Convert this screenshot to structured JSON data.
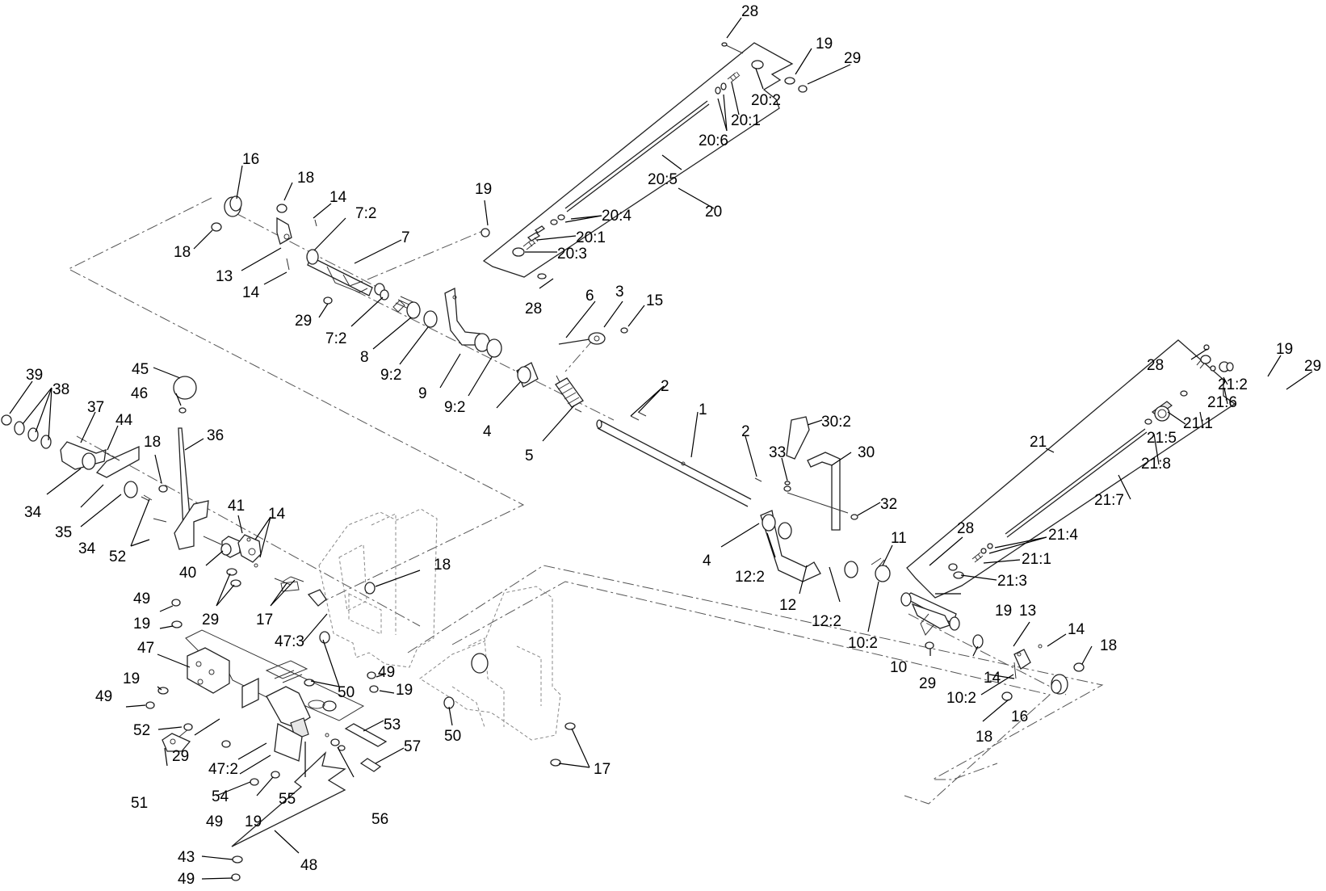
{
  "callouts": {
    "c28a": "28",
    "c19a": "19",
    "c29a": "29",
    "c20_2": "20:2",
    "c20_1a": "20:1",
    "c20_6": "20:6",
    "c20_5": "20:5",
    "c20": "20",
    "c20_4": "20:4",
    "c20_1b": "20:1",
    "c20_3": "20:3",
    "c28b": "28",
    "c19b": "19",
    "c16a": "16",
    "c18a": "18",
    "c18b": "18",
    "c14a": "14",
    "c7_2a": "7:2",
    "c7": "7",
    "c13a": "13",
    "c14b": "14",
    "c29b": "29",
    "c7_2b": "7:2",
    "c8": "8",
    "c9_2a": "9:2",
    "c9": "9",
    "c9_2b": "9:2",
    "c4a": "4",
    "c6": "6",
    "c3": "3",
    "c15": "15",
    "c5": "5",
    "c2a": "2",
    "c1": "1",
    "c2b": "2",
    "c30_2": "30:2",
    "c30": "30",
    "c33": "33",
    "c32": "32",
    "c4b": "4",
    "c12_2a": "12:2",
    "c12": "12",
    "c12_2b": "12:2",
    "c11": "11",
    "c10_2a": "10:2",
    "c10": "10",
    "c29c": "29",
    "c10_2b": "10:2",
    "c19c": "19",
    "c13b": "13",
    "c14c": "14",
    "c18c": "18",
    "c14d": "14",
    "c18d": "18",
    "c16b": "16",
    "c28c": "28",
    "c19d": "19",
    "c29d": "29",
    "c21_2": "21:2",
    "c21_6": "21:6",
    "c21_1a": "21:1",
    "c21_5": "21:5",
    "c21": "21",
    "c21_8": "21:8",
    "c21_7": "21:7",
    "c28d": "28",
    "c21_4": "21:4",
    "c21_1b": "21:1",
    "c21_3": "21:3",
    "c39": "39",
    "c38": "38",
    "c45": "45",
    "c46": "46",
    "c37": "37",
    "c44": "44",
    "c36": "36",
    "c18e": "18",
    "c34a": "34",
    "c35": "35",
    "c34b": "34",
    "c41": "41",
    "c14e": "14",
    "c52a": "52",
    "c40": "40",
    "c29e": "29",
    "c17a": "17",
    "c18f": "18",
    "c49a": "49",
    "c19e": "19",
    "c47": "47",
    "c47_3": "47:3",
    "c19f": "19",
    "c49b": "49",
    "c49c": "49",
    "c19g": "19",
    "c50a": "50",
    "c52b": "52",
    "c53": "53",
    "c50b": "50",
    "c57": "57",
    "c29f": "29",
    "c47_2": "47:2",
    "c51": "51",
    "c54": "54",
    "c55": "55",
    "c56": "56",
    "c49d": "49",
    "c19h": "19",
    "c17b": "17",
    "c43": "43",
    "c48": "48",
    "c49e": "49"
  }
}
